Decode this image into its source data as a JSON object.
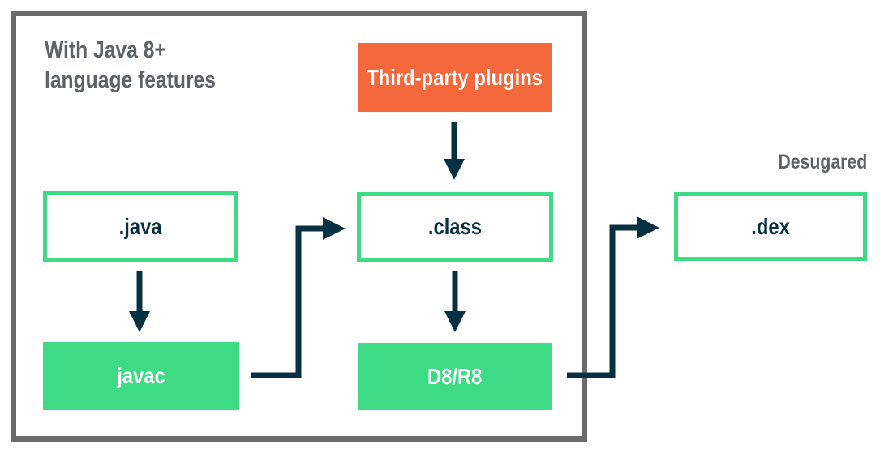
{
  "colors": {
    "green": "#3ddc84",
    "navy": "#073042",
    "orange": "#f4683b",
    "frame": "#6b6b6b",
    "text": "#5f6368"
  },
  "caption": {
    "line1": "With Java 8+",
    "line2": "language features"
  },
  "desugared_label": "Desugared",
  "nodes": {
    "plugins": {
      "label": "Third-party plugins"
    },
    "java": {
      "label": ".java"
    },
    "class": {
      "label": ".class"
    },
    "dex": {
      "label": ".dex"
    },
    "javac": {
      "label": "javac"
    },
    "d8r8": {
      "label": "D8/R8"
    }
  },
  "edges": [
    {
      "from": "Third-party plugins",
      "to": ".class"
    },
    {
      "from": ".java",
      "to": "javac"
    },
    {
      "from": "javac",
      "to": ".class"
    },
    {
      "from": ".class",
      "to": "D8/R8"
    },
    {
      "from": "D8/R8",
      "to": ".dex"
    }
  ]
}
